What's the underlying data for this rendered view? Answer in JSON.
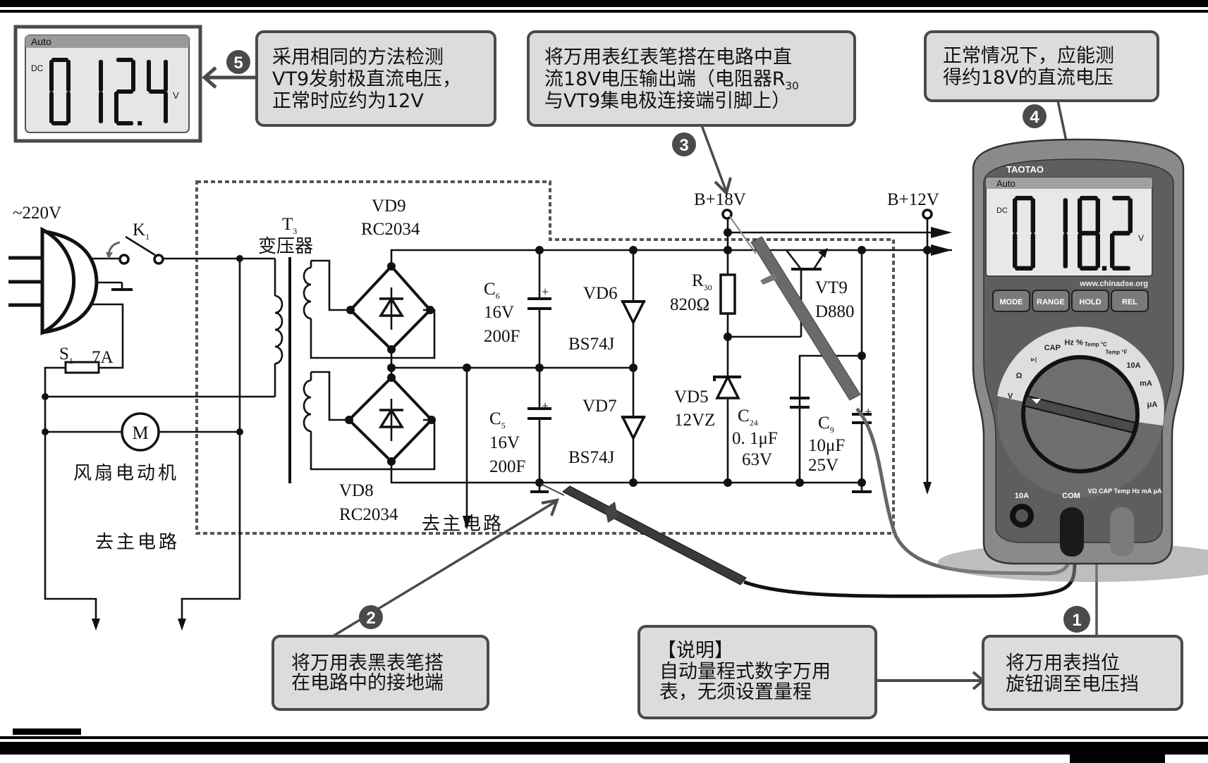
{
  "callouts": [
    {
      "step": "5",
      "lines": [
        "采用相同的方法检测",
        "VT9发射极直流电压，",
        "正常时应约为12V"
      ]
    },
    {
      "step": "3",
      "lines": [
        "将万用表红表笔搭在电路中直",
        "流18V电压输出端（电阻器R",
        "与VT9集电极连接端引脚上）"
      ],
      "subscript": "30"
    },
    {
      "step": "4",
      "lines": [
        "正常情况下，应能测",
        "得约18V的直流电压"
      ]
    },
    {
      "step": "2",
      "lines": [
        "将万用表黑表笔搭",
        "在电路中的接地端"
      ]
    },
    {
      "step": "",
      "lines": [
        "【说明】",
        "自动量程式数字万用",
        "表，无须设置量程"
      ]
    },
    {
      "step": "1",
      "lines": [
        "将万用表挡位",
        "旋钮调至电压挡"
      ]
    }
  ],
  "small_display": {
    "mode": "Auto",
    "coupling": "DC",
    "reading": "012.4",
    "unit": "V"
  },
  "meter": {
    "brand": "TAOTAO",
    "mode": "Auto",
    "coupling": "DC",
    "reading": "018.2",
    "unit": "V",
    "website": "www.chinadse.org",
    "buttons": [
      "MODE",
      "RANGE",
      "HOLD",
      "REL"
    ],
    "dial_positions": [
      "V",
      "Ω",
      "diode/buzzer",
      "CAP",
      "Hz %",
      "Temp °C",
      "Temp °F",
      "10A",
      "mA",
      "μA"
    ],
    "selected_position": "V",
    "jacks": [
      "10A",
      "COM",
      "VΩ CAP Temp Hz mA μA"
    ]
  },
  "circuit": {
    "supply": "~220V",
    "switch": "K",
    "switch_sub": "1",
    "fuse": "S",
    "fuse_sub": "1",
    "fuse_rating": "7A",
    "motor": "M",
    "motor_label": "风扇电动机",
    "to_main": "去主电路",
    "transformer": "T",
    "transformer_sub": "3",
    "transformer_label": "变压器",
    "bridge_top": [
      "VD9",
      "RC2034"
    ],
    "bridge_bottom": [
      "VD8",
      "RC2034"
    ],
    "c6": [
      "C",
      "6",
      "16V",
      "200F"
    ],
    "c5": [
      "C",
      "5",
      "16V",
      "200F"
    ],
    "vd6": [
      "VD6",
      "BS74J"
    ],
    "vd7": [
      "VD7",
      "BS74J"
    ],
    "r30": [
      "R",
      "30",
      "820Ω"
    ],
    "vt9": [
      "VT9",
      "D880"
    ],
    "vd5": [
      "VD5",
      "12VZ"
    ],
    "c24": [
      "C",
      "24",
      "0. 1μF",
      "63V"
    ],
    "c9": [
      "C",
      "9",
      "10μF",
      "25V"
    ],
    "b18": "B+18V",
    "b12": "B+12V",
    "plus": "+"
  }
}
